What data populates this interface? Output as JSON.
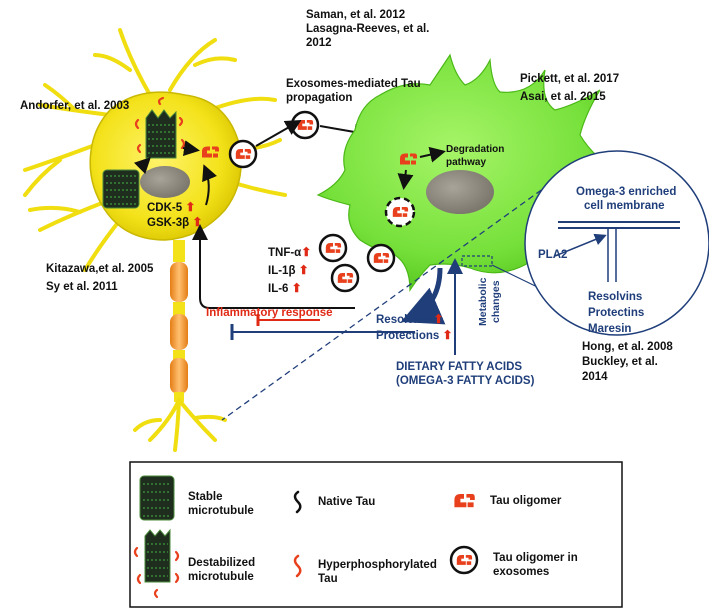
{
  "references": {
    "saman": "Saman, et al. 2012",
    "lasagna_1": "Lasagna-Reeves, et al.",
    "lasagna_2": "2012",
    "andorfer": "Andorfer, et al. 2003",
    "pickett": "Pickett, et al. 2017",
    "asai": "Asai,  et al. 2015",
    "kitazawa": "Kitazawa,et al. 2005",
    "sy": "Sy et al. 2011",
    "hong": "Hong, et al. 2008",
    "buckley_1": "Buckley, et al.",
    "buckley_2": "2014"
  },
  "labels": {
    "exosomes_1": "Exosomes-mediated Tau",
    "exosomes_2": "propagation",
    "degradation_1": "Degradation",
    "degradation_2": "pathway",
    "cdk5": "CDK-5",
    "gsk3b": "GSK-3β",
    "tnfa": "TNF-α",
    "il1b": "IL-1β",
    "il6": "IL-6",
    "inflammatory": "Inflammatory response",
    "resolvins": "Resolvins",
    "protections": "Protections",
    "metabolic_1": "Metabolic",
    "metabolic_2": "changes",
    "dietary_1": "DIETARY FATTY ACIDS",
    "dietary_2": "(OMEGA-3 FATTY ACIDS)",
    "omega_1": "Omega-3 enriched",
    "omega_2": "cell membrane",
    "pla2": "PLA2",
    "circle_resolvins": "Resolvins",
    "circle_protectins": "Protectins",
    "circle_maresin": "Maresin"
  },
  "legend": {
    "stable_1": "Stable",
    "stable_2": "microtubule",
    "native_tau": "Native Tau",
    "tau_oligomer": "Tau oligomer",
    "destab_1": "Destabilized",
    "destab_2": "microtubule",
    "hyper_1": "Hyperphosphorylated",
    "hyper_2": "Tau",
    "exo_1": "Tau oligomer in",
    "exo_2": "exosomes"
  },
  "colors": {
    "neuron_yellow": "#f5e61a",
    "neuron_edge": "#c9b800",
    "microglia_green": "#7de836",
    "axon_orange": "#f29a2e",
    "tau_red": "#e8401c",
    "navy": "#1f3e7a",
    "red_text": "#e02a16",
    "nucleus_gray": "#8e8a80"
  },
  "arrow_symbol": "⬆"
}
